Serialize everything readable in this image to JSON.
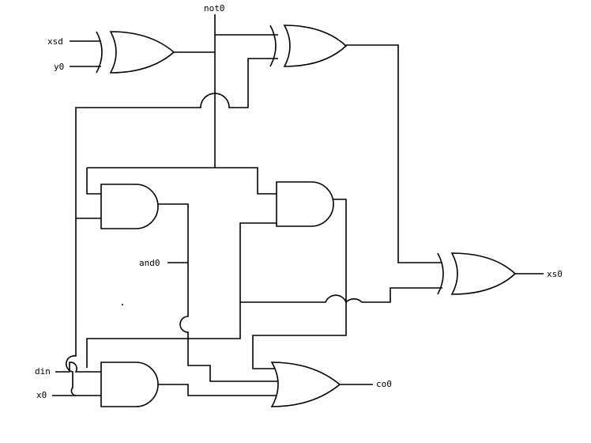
{
  "labels": {
    "xsd": "xsd",
    "y0": "y0",
    "not0": "not0",
    "and0": "and0",
    "din": "din",
    "x0": "x0",
    "xs0": "xs0",
    "co0": "co0"
  },
  "gates": {
    "xor_top_left": "xor-gate",
    "xor_top_right": "xor-gate",
    "and_mid_left": "and-gate",
    "and_mid_right": "and-gate",
    "xor_right": "xor-gate",
    "and_bottom": "and-gate",
    "or_bottom": "or-gate"
  },
  "colors": {
    "ink": "#000000",
    "paper": "#ffffff"
  }
}
